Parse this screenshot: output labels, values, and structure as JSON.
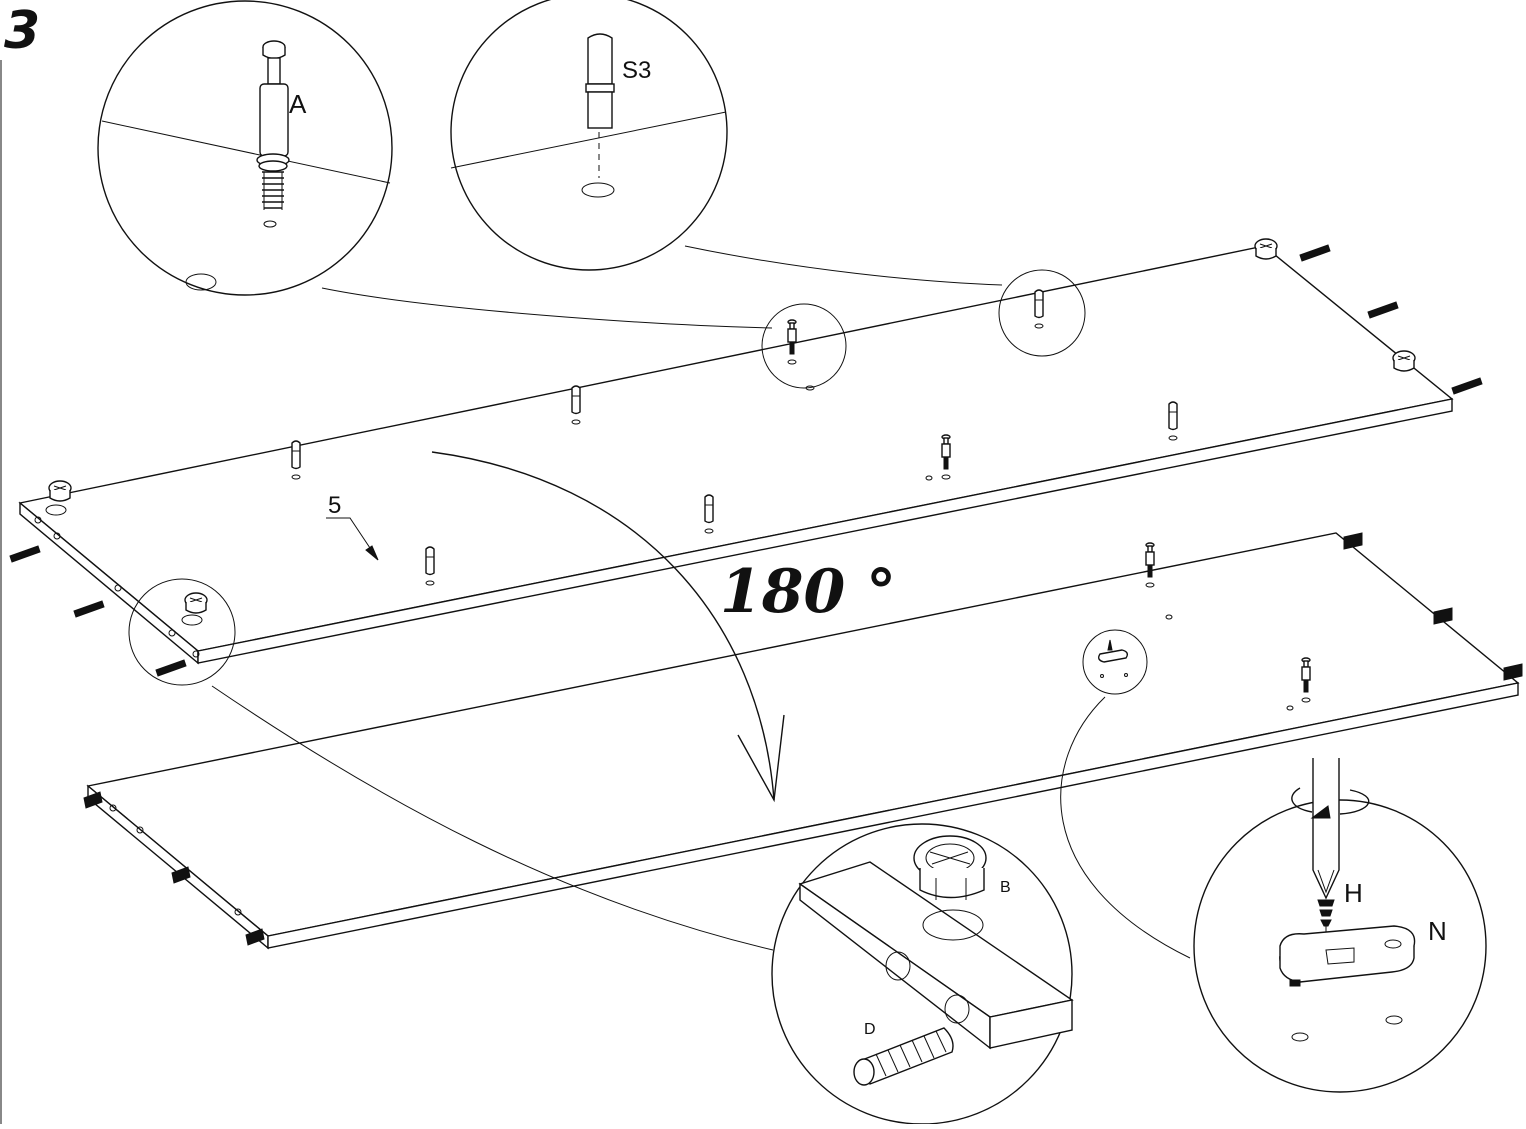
{
  "step_number": "3",
  "rotation_label": "180 °",
  "part_labels": {
    "panel": "5",
    "cam_bolt": "A",
    "shelf_pin": "S3",
    "cam_lock": "B",
    "dowel": "D",
    "screw": "H",
    "bracket": "N"
  },
  "colors": {
    "line": "#111111",
    "background": "#ffffff"
  }
}
